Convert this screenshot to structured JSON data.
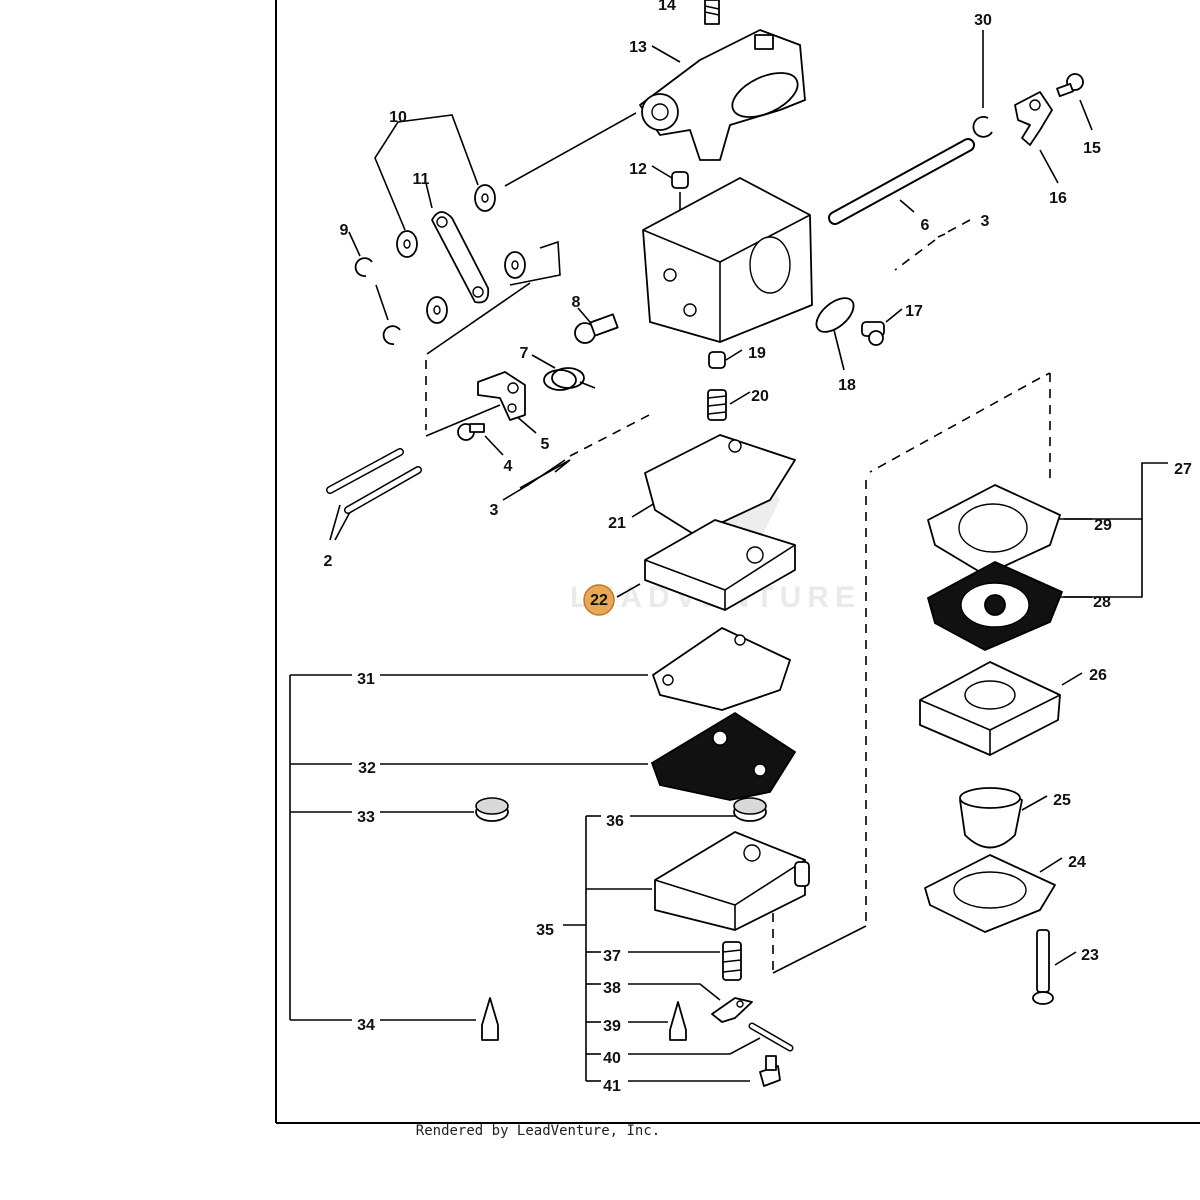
{
  "diagram": {
    "watermark": "LEADVENTURE",
    "highlight": {
      "label": "22",
      "color": "#e8a54b"
    },
    "callouts": [
      "14",
      "30",
      "13",
      "15",
      "10",
      "16",
      "12",
      "11",
      "6",
      "3",
      "9",
      "17",
      "8",
      "19",
      "18",
      "7",
      "20",
      "5",
      "27",
      "4",
      "3",
      "21",
      "29",
      "2",
      "28",
      "31",
      "26",
      "32",
      "25",
      "33",
      "36",
      "24",
      "35",
      "23",
      "37",
      "38",
      "39",
      "34",
      "40",
      "41"
    ]
  },
  "footer": {
    "text": "Rendered by LeadVenture, Inc."
  }
}
